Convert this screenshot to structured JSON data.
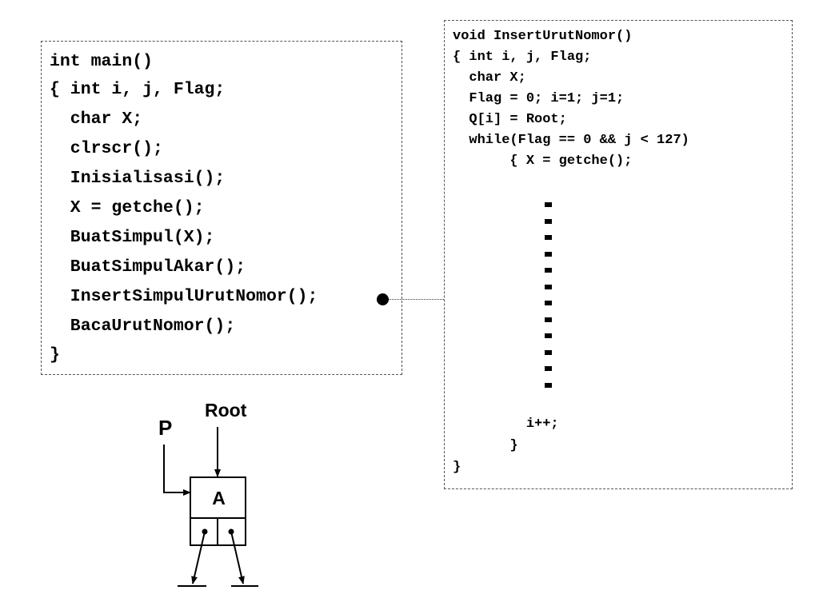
{
  "main_code": {
    "lines": [
      "int main()",
      "{ int i, j, Flag;",
      "  char X;",
      "  clrscr();",
      "  Inisialisasi();",
      "  X = getche();",
      "  BuatSimpul(X);",
      "  BuatSimpulAkar();",
      "  InsertSimpulUrutNomor();",
      "  BacaUrutNomor();",
      "}"
    ]
  },
  "func_code": {
    "lines": [
      "void InsertUrutNomor()",
      "{ int i, j, Flag;",
      "  char X;",
      "  Flag = 0; i=1; j=1;",
      "  Q[i] = Root;",
      "  while(Flag == 0 && j < 127)",
      "       { X = getche();"
    ],
    "tail_lines": [
      "         i++;",
      "       }",
      "}"
    ],
    "ellipsis_marks": 12
  },
  "diagram": {
    "root_label": "Root",
    "pointer_label": "P",
    "node_value": "A"
  }
}
